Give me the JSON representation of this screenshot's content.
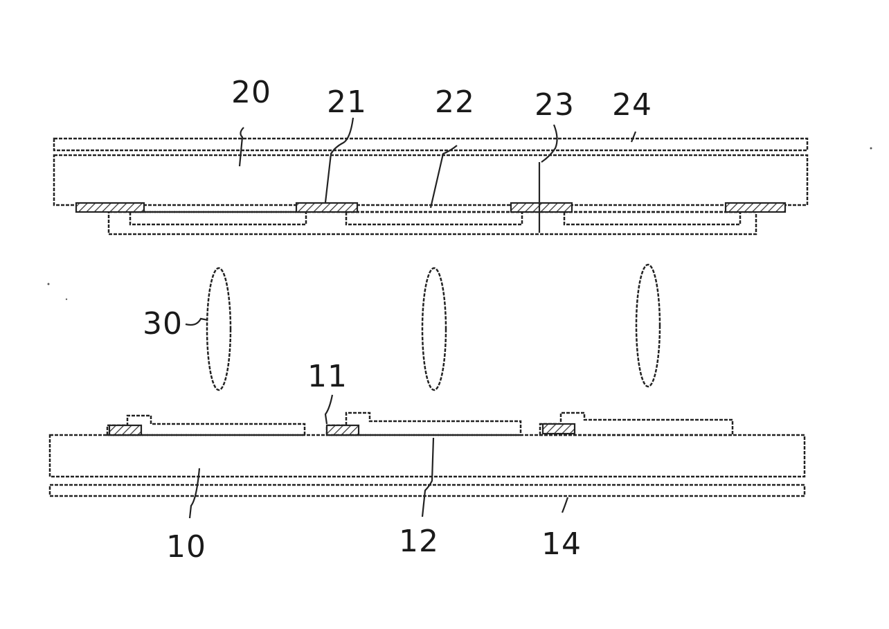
{
  "labels": {
    "l20": "20",
    "l21": "21",
    "l22": "22",
    "l23": "23",
    "l24": "24",
    "l30": "30",
    "l11": "11",
    "l10": "10",
    "l12": "12",
    "l14": "14"
  }
}
